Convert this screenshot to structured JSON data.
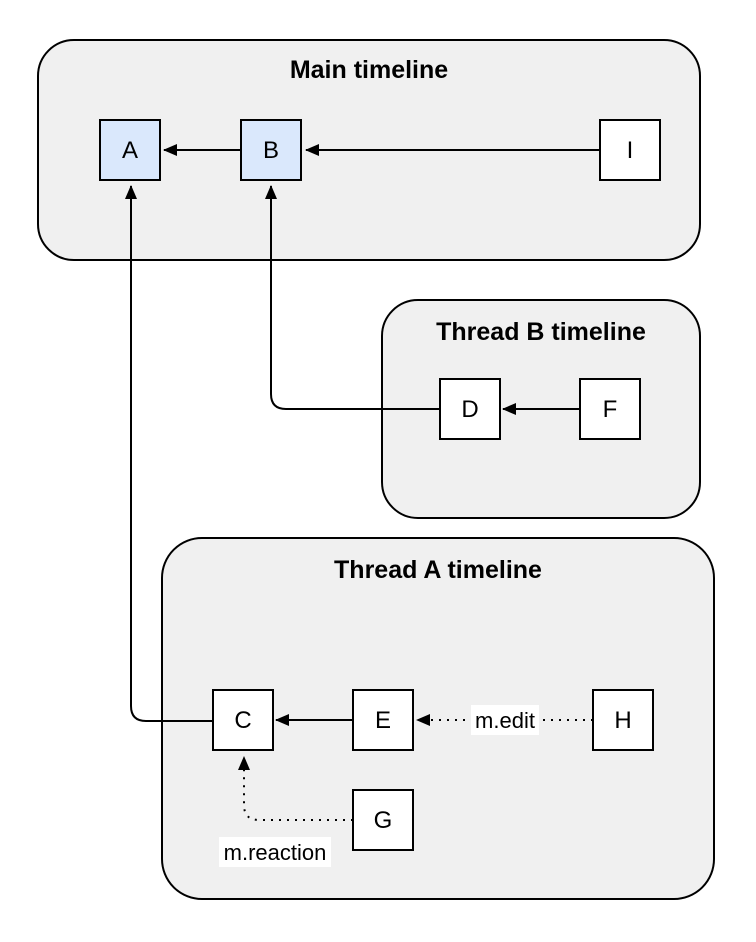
{
  "diagram": {
    "title_main": "Main timeline",
    "title_thread_b": "Thread B timeline",
    "title_thread_a": "Thread A timeline"
  },
  "nodes": {
    "a": "A",
    "b": "B",
    "c": "C",
    "d": "D",
    "e": "E",
    "f": "F",
    "g": "G",
    "h": "H",
    "i": "I"
  },
  "edge_labels": {
    "edit": "m.edit",
    "reaction": "m.reaction"
  },
  "colors": {
    "container_fill": "#f0f0f0",
    "container_border": "#000000",
    "node_fill_highlight": "#dae8fc",
    "node_fill_default": "#ffffff",
    "node_border": "#000000",
    "edge": "#000000",
    "edge_label_bg": "#ffffff"
  }
}
